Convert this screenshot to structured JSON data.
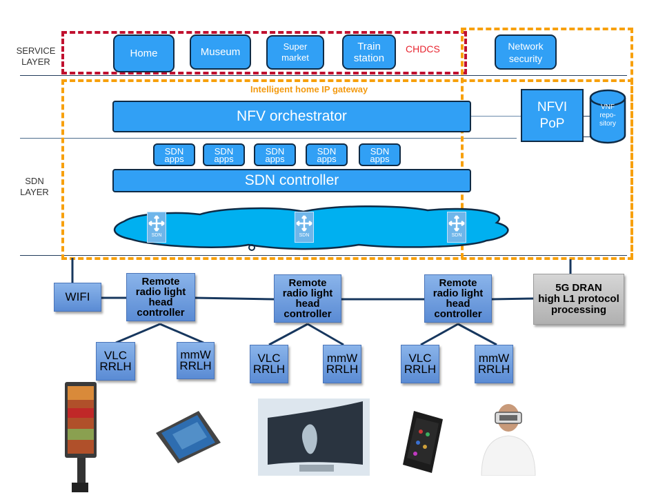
{
  "layers": {
    "service": "SERVICE\nLAYER",
    "service_line1": "SERVICE",
    "service_line2": "LAYER",
    "sdn_line1": "SDN",
    "sdn_line2": "LAYER"
  },
  "service_layer": {
    "services": [
      {
        "line1": "Home",
        "line2": ""
      },
      {
        "line1": "Museum",
        "line2": ""
      },
      {
        "line1": "Super",
        "line2": "market"
      },
      {
        "line1": "Train",
        "line2": "station"
      }
    ],
    "group_label": "CHDCS",
    "network_security": {
      "line1": "Network",
      "line2": "security"
    }
  },
  "gateway": {
    "title": "Intelligent home IP gateway",
    "nfv_orchestrator": "NFV orchestrator",
    "nfvi": {
      "line1": "NFVI",
      "line2": "PoP"
    },
    "vnf_repository": {
      "line1": "VNF",
      "line2": "repo-",
      "line3": "sitory"
    },
    "sdn_apps": [
      {
        "line1": "SDN",
        "line2": "apps"
      },
      {
        "line1": "SDN",
        "line2": "apps"
      },
      {
        "line1": "SDN",
        "line2": "apps"
      },
      {
        "line1": "SDN",
        "line2": "apps"
      },
      {
        "line1": "SDN",
        "line2": "apps"
      }
    ],
    "sdn_controller": "SDN controller",
    "switch_label": "SDN"
  },
  "access": {
    "wifi": "WIFI",
    "controllers": [
      {
        "line1": "Remote",
        "line2": "radio light",
        "line3": "head",
        "line4": "controller"
      },
      {
        "line1": "Remote",
        "line2": "radio light",
        "line3": "head",
        "line4": "controller"
      },
      {
        "line1": "Remote",
        "line2": "radio light",
        "line3": "head",
        "line4": "controller"
      }
    ],
    "rrlh": [
      {
        "line1": "VLC",
        "line2": "RRLH"
      },
      {
        "line1": "mmW",
        "line2": "RRLH"
      },
      {
        "line1": "VLC",
        "line2": "RRLH"
      },
      {
        "line1": "mmW",
        "line2": "RRLH"
      },
      {
        "line1": "VLC",
        "line2": "RRLH"
      },
      {
        "line1": "mmW",
        "line2": "RRLH"
      }
    ],
    "dran": {
      "line1": "5G DRAN",
      "line2": "high L1 protocol",
      "line3": "processing"
    }
  },
  "devices": [
    {
      "name": "kiosk-display"
    },
    {
      "name": "tablet"
    },
    {
      "name": "curved-tv"
    },
    {
      "name": "smartphone"
    },
    {
      "name": "vr-headset-user"
    }
  ],
  "colors": {
    "box_blue": "#31a0f5",
    "cloud_blue": "#00b0f0",
    "border_navy": "#0e2a45",
    "chdcs_red": "#c0102f",
    "gateway_orange": "#f7a00c",
    "rrh_blue": "#6f9be0",
    "dran_gray": "#c0c0c0"
  }
}
